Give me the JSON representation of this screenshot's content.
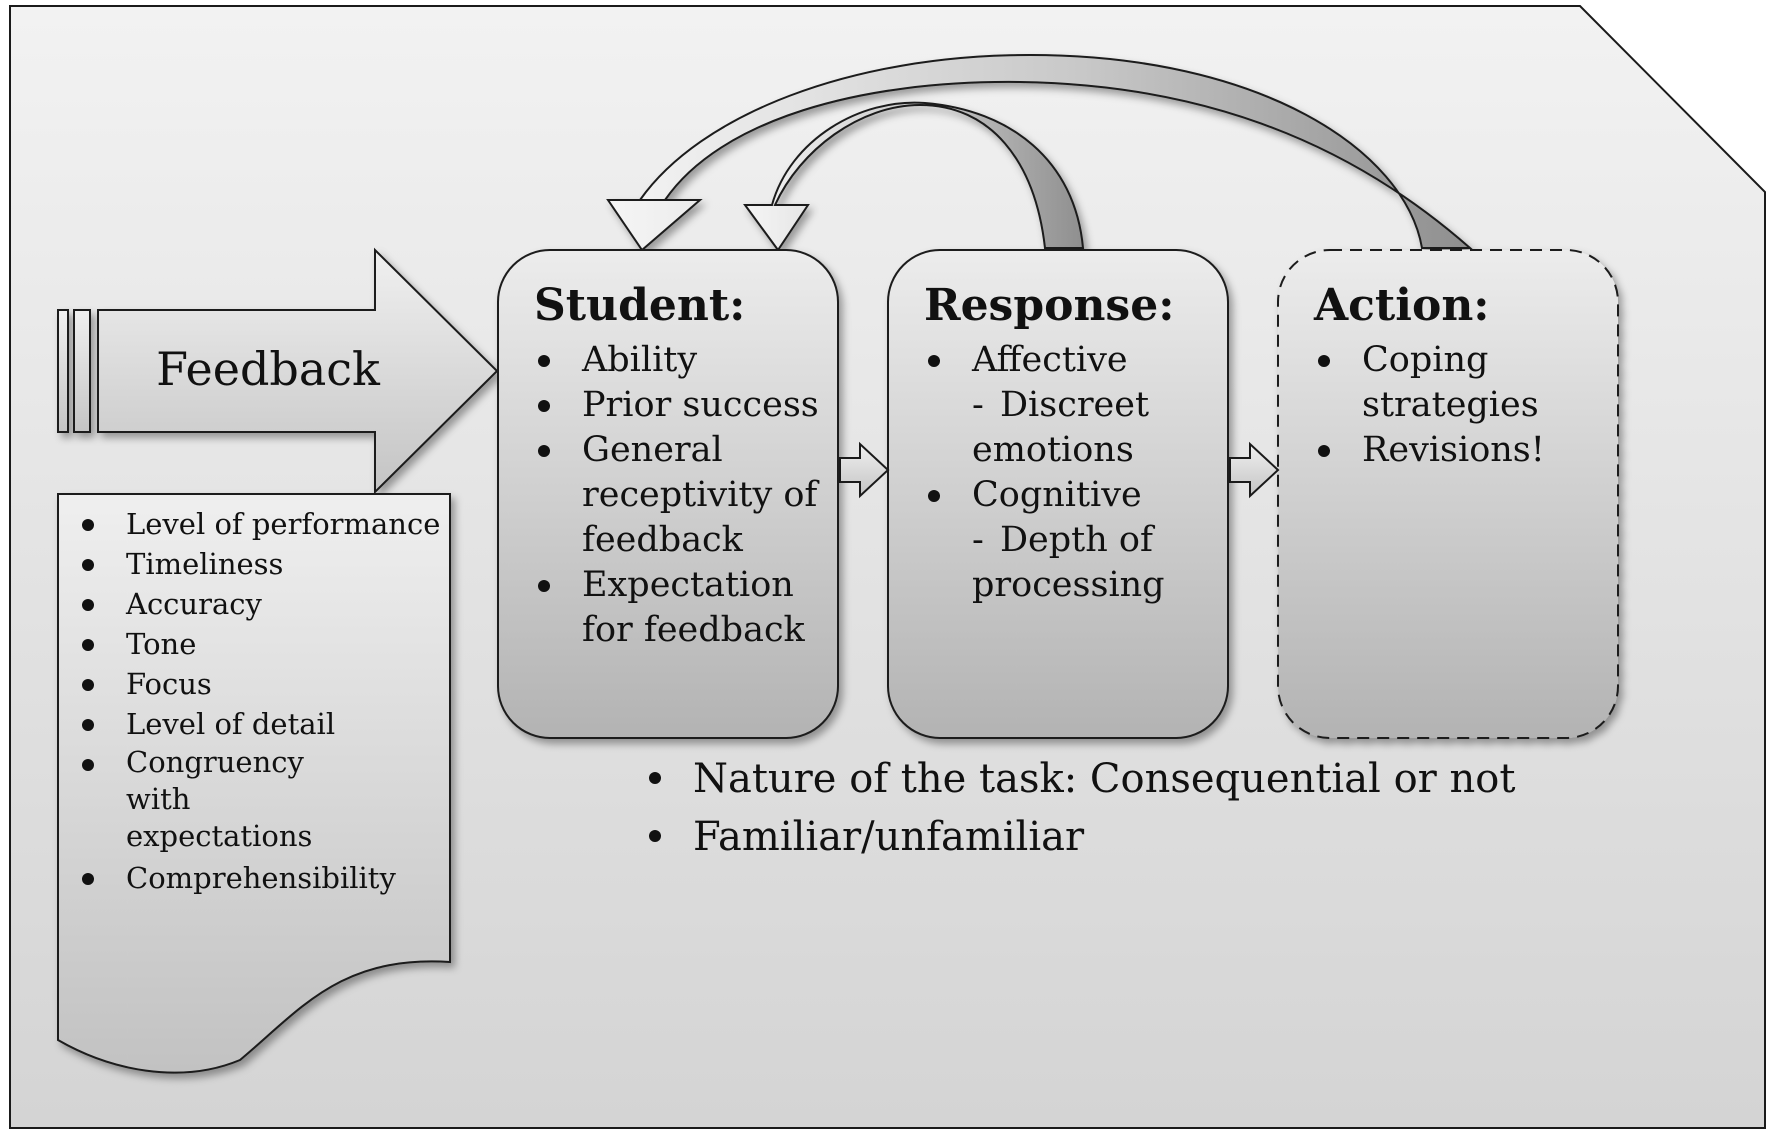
{
  "feedback": {
    "title": "Feedback",
    "factors": [
      "Level of performance",
      "Timeliness",
      "Accuracy",
      "Tone",
      "Focus",
      "Level of detail",
      "Congruency with expectations",
      "Comprehensibility"
    ]
  },
  "student": {
    "title": "Student:",
    "items": [
      "Ability",
      "Prior success",
      "General receptivity of feedback",
      "Expectation for feedback"
    ]
  },
  "response": {
    "title": "Response:",
    "items": [
      {
        "label": "Affective",
        "sub": "Discreet emotions"
      },
      {
        "label": "Cognitive",
        "sub": "Depth of processing"
      }
    ]
  },
  "action": {
    "title": "Action:",
    "items": [
      "Coping strategies",
      "Revisions!"
    ]
  },
  "task_conditions": [
    "Nature of the task:  Consequential or not",
    "Familiar/unfamiliar"
  ],
  "colors": {
    "background_light": "#f2f2f2",
    "background_dark": "#d4d4d4",
    "box_light": "#ececec",
    "box_dark": "#b3b3b3",
    "arrow_dark": "#9a9a9a",
    "stroke": "#1a1a1a"
  }
}
